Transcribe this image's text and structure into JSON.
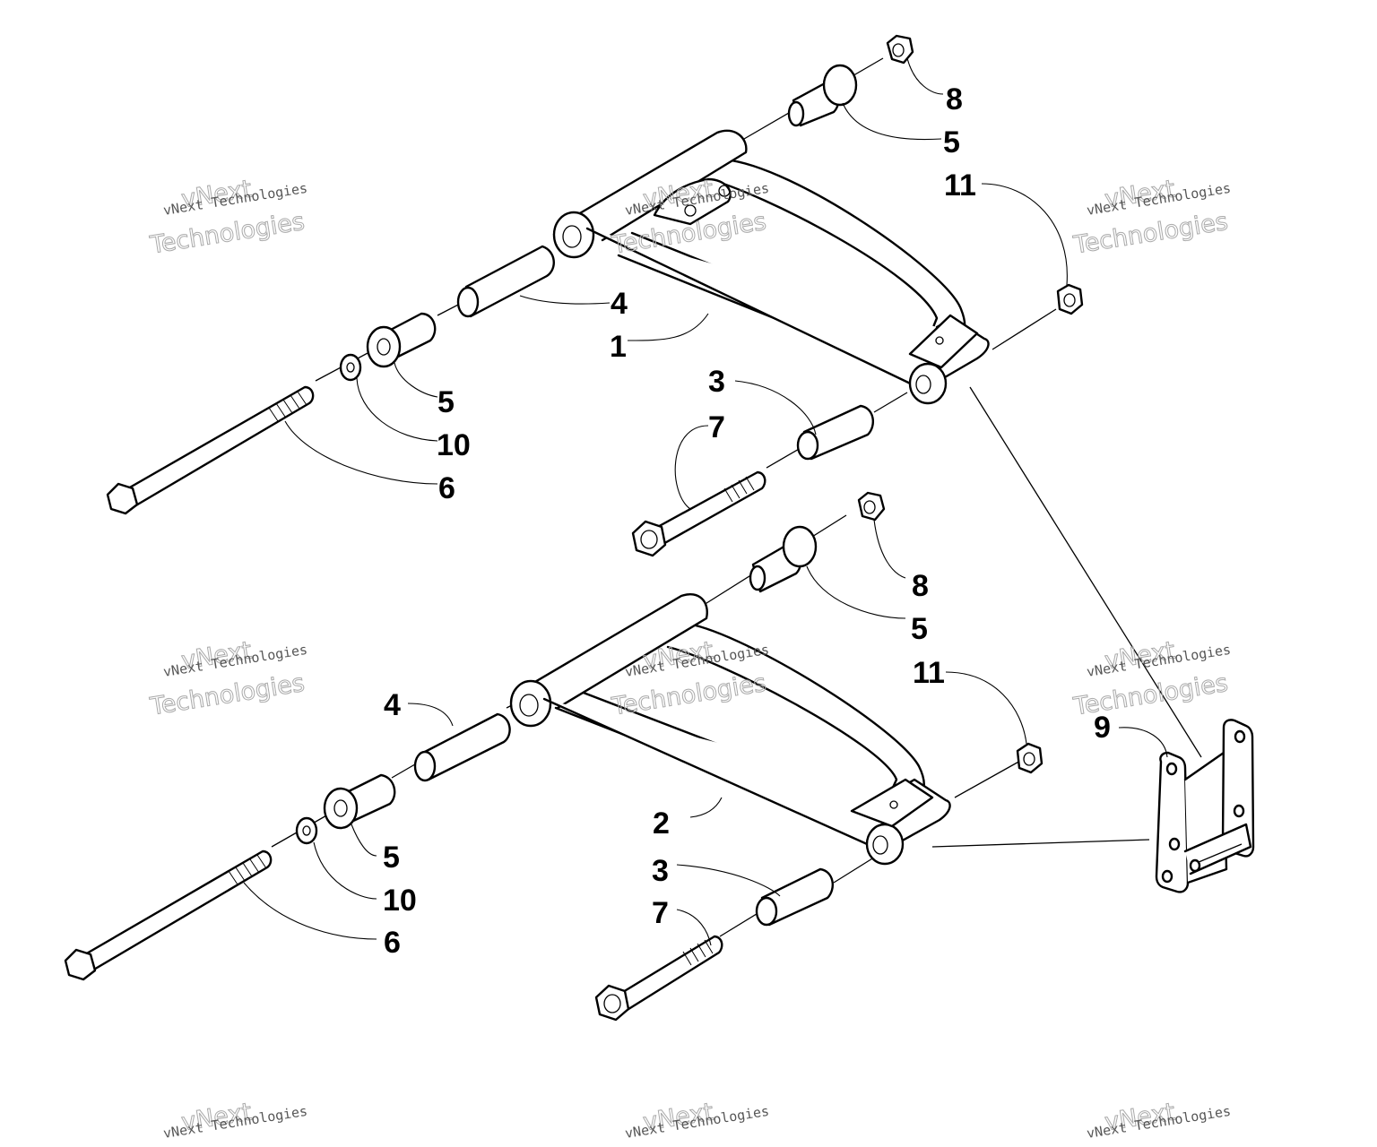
{
  "diagram": {
    "callouts": {
      "c1": "1",
      "c2": "2",
      "c3a": "3",
      "c3b": "3",
      "c4a": "4",
      "c4b": "4",
      "c5a": "5",
      "c5b": "5",
      "c5c": "5",
      "c5d": "5",
      "c6a": "6",
      "c6b": "6",
      "c7a": "7",
      "c7b": "7",
      "c8a": "8",
      "c8b": "8",
      "c9": "9",
      "c10a": "10",
      "c10b": "10",
      "c11a": "11",
      "c11b": "11"
    }
  },
  "watermark": {
    "line1": "vNext Technologies",
    "line2": "vNext",
    "line3": "Technologies"
  }
}
